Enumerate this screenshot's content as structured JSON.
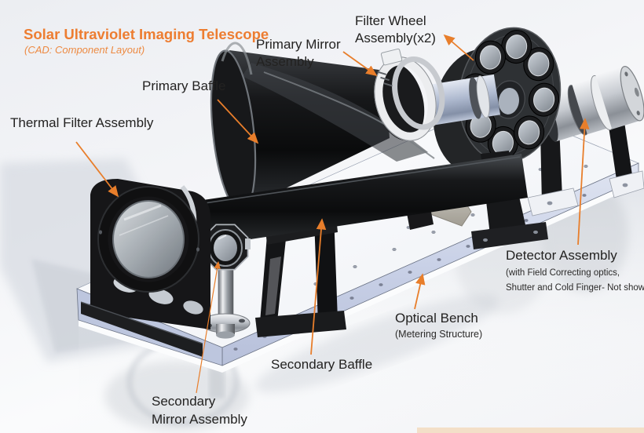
{
  "title": {
    "main": "Solar Ultraviolet Imaging Telescope",
    "sub": "(CAD: Component Layout)"
  },
  "colors": {
    "accent_orange": "#E87E2B",
    "title_orange": "#ED7D31",
    "label_text": "#232221",
    "bench_edge_blue": "#C9D1E7",
    "baffle_black": "#111214",
    "slide_bar_tan": "#F3DFC8"
  },
  "labels": {
    "thermal_filter": {
      "text": "Thermal Filter Assembly"
    },
    "primary_baffle": {
      "text": "Primary Baffle"
    },
    "primary_mirror": {
      "line1": "Primary Mirror",
      "line2": "Assembly"
    },
    "filter_wheel": {
      "line1": "Filter Wheel",
      "line2": "Assembly(x2)"
    },
    "detector": {
      "text": "Detector Assembly",
      "sub1": "(with Field Correcting optics,",
      "sub2": "Shutter and Cold Finger- Not shown)"
    },
    "optical_bench": {
      "text": "Optical Bench",
      "sub": "(Metering Structure)"
    },
    "secondary_baffle": {
      "text": "Secondary Baffle"
    },
    "secondary_mirror": {
      "line1": "Secondary",
      "line2": "Mirror Assembly"
    }
  }
}
